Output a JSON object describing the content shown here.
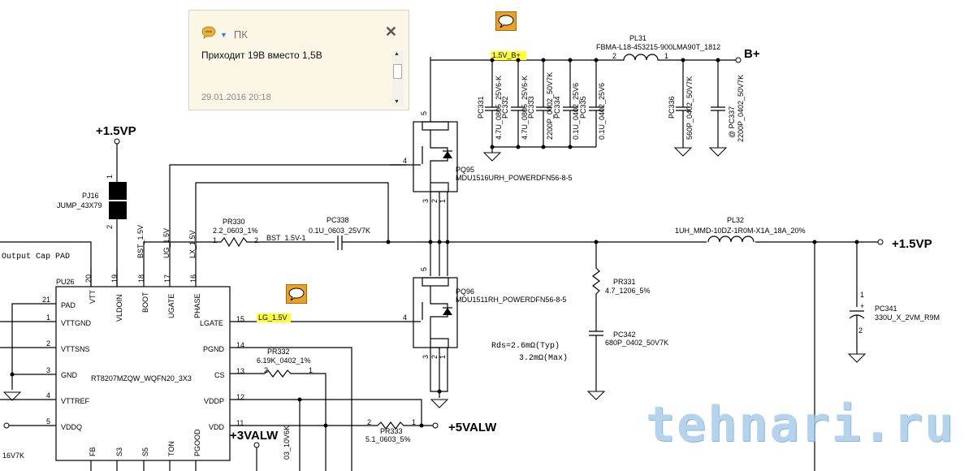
{
  "comment_popup": {
    "author": "ПК",
    "text": "Приходит 19В вместо 1,5В",
    "date": "29.01.2016  20:18",
    "icons": [
      "speech-bubble-icon",
      "dropdown-arrow-icon",
      "close-icon"
    ]
  },
  "nets": {
    "vp_top": "+1.5VP",
    "vp_right": "+1.5VP",
    "b_plus": "B+",
    "v15_bplus": "1.5V_B+",
    "lg_15v": "LG_1.5V",
    "bst_15v1": "BST_1.5V-1",
    "bst_15v": "BST_1.5V",
    "ug_15v": "UG_1.5V",
    "lx_15v": "LX_1.5V",
    "valw5": "+5VALW",
    "valw3": "+3VALW",
    "output_cap_pad": "Output Cap PAD"
  },
  "components": {
    "pj16": {
      "ref": "PJ16",
      "value": "JUMP_43X79"
    },
    "pr330": {
      "ref": "PR330",
      "value": "2.2_0603_1%"
    },
    "pc338": {
      "ref": "PC338",
      "value": "0.1U_0603_25V7K"
    },
    "pq95": {
      "ref": "PQ95",
      "value": "MDU1516URH_POWERDFN56-8-5"
    },
    "pq96": {
      "ref": "PQ96",
      "value": "MDU1511RH_POWERDFN56-8-5"
    },
    "pl31": {
      "ref": "PL31",
      "value": "FBMA-L18-453215-900LMA90T_1812"
    },
    "pl32": {
      "ref": "PL32",
      "value": "1UH_MMD-10DZ-1R0M-X1A_18A_20%"
    },
    "pr331": {
      "ref": "PR331",
      "value": "4.7_1206_5%"
    },
    "pc342": {
      "ref": "PC342",
      "value": "680P_0402_50V7K"
    },
    "pc341": {
      "ref": "PC341",
      "value": "330U_X_2VM_R9M"
    },
    "pr332": {
      "ref": "PR332",
      "value": "6.19K_0402_1%"
    },
    "pr333": {
      "ref": "PR333",
      "value": "5.1_0603_5%"
    },
    "pc331": {
      "ref": "PC331",
      "value": "4.7U_0805_25V6-K"
    },
    "pc332": {
      "ref": "PC332",
      "value": "4.7U_0805_25V6-K"
    },
    "pc333": {
      "ref": "PC333",
      "value": "2200P_0402_50V7K"
    },
    "pc334": {
      "ref": "PC334",
      "value": "0.1U_0402_25V6"
    },
    "pc335": {
      "ref": "PC335",
      "value": "0.1U_0402_25V6"
    },
    "pc336": {
      "ref": "PC336",
      "value": "560P_0402_50V7K"
    },
    "pc337": {
      "ref": "@ PC337",
      "value": "2200P_0402_50V7K"
    },
    "pu26": {
      "ref": "PU26",
      "value": "RT8207MZQW_WQFN20_3X3"
    }
  },
  "ic_pins": {
    "left": [
      {
        "num": "21",
        "name": "PAD"
      },
      {
        "num": "1",
        "name": "VTTGND"
      },
      {
        "num": "2",
        "name": "VTTSNS"
      },
      {
        "num": "3",
        "name": "GND"
      },
      {
        "num": "4",
        "name": "VTTREF"
      },
      {
        "num": "5",
        "name": "VDDQ"
      }
    ],
    "right": [
      {
        "num": "15",
        "name": "LGATE"
      },
      {
        "num": "14",
        "name": "PGND"
      },
      {
        "num": "13",
        "name": "CS"
      },
      {
        "num": "12",
        "name": "VDDP"
      },
      {
        "num": "11",
        "name": "VDD"
      }
    ],
    "top": [
      {
        "num": "20",
        "name": "VTT"
      },
      {
        "num": "19",
        "name": "VLDOIN"
      },
      {
        "num": "18",
        "name": "BOOT"
      },
      {
        "num": "17",
        "name": "UGATE"
      },
      {
        "num": "16",
        "name": "PHASE"
      }
    ],
    "bottom": [
      {
        "name": "FB"
      },
      {
        "name": "S3"
      },
      {
        "name": "S5"
      },
      {
        "name": "TON"
      },
      {
        "name": "PGOOD"
      }
    ]
  },
  "annotations": {
    "rds_typ": "Rds=2.6mΩ(Typ)",
    "rds_max": "3.2mΩ(Max)",
    "left_cut": "16V7K",
    "bottom_cut": "03_10V6K"
  },
  "watermark": "tehnari.ru"
}
